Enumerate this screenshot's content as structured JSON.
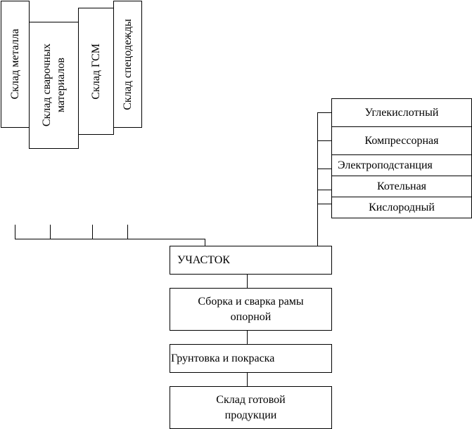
{
  "warehouses": [
    {
      "label": "Склад металла"
    },
    {
      "label": "Склад сварочных материалов",
      "line1": "Склад сварочных",
      "line2": "материалов"
    },
    {
      "label": "Склад ГСМ"
    },
    {
      "label": "Склад спецодежды"
    }
  ],
  "utilities": [
    {
      "label": "Углекислотный"
    },
    {
      "label": "Компрессорная"
    },
    {
      "label": "Электроподстанция"
    },
    {
      "label": "Котельная"
    },
    {
      "label": "Кислородный"
    }
  ],
  "flow": [
    {
      "label": "УЧАСТОК"
    },
    {
      "label": "Сборка и сварка рамы опорной",
      "line1": "Сборка и сварка рамы",
      "line2": "опорной"
    },
    {
      "label": "Грунтовка и покраска"
    },
    {
      "label": "Склад готовой продукции",
      "line1": "Склад готовой",
      "line2": "продукции"
    }
  ]
}
